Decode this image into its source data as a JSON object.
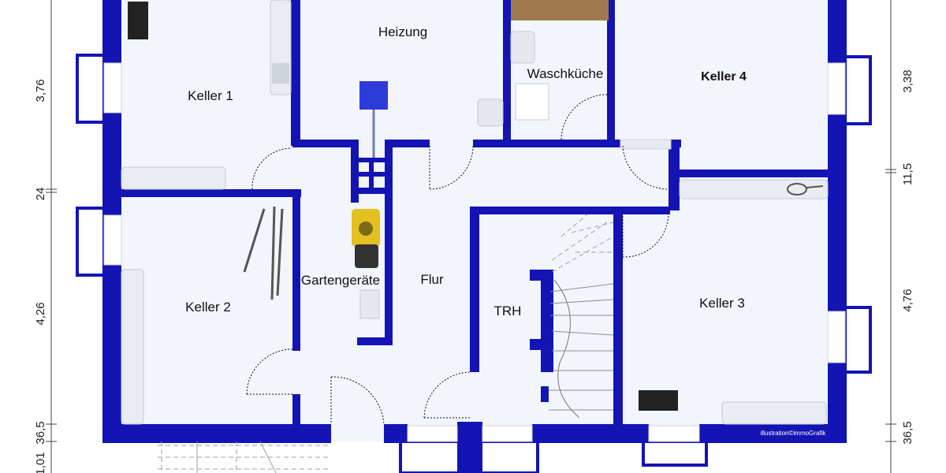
{
  "colors": {
    "wall": "#1414b4",
    "floor": "#f2f5fb",
    "window": "#ffffff",
    "wood": "#a07a4e",
    "fixture": "#dde2ea",
    "heater": "#2d3bd8"
  },
  "rooms": {
    "keller1": "Keller 1",
    "heizung": "Heizung",
    "waschkueche": "Waschküche",
    "keller4": "Keller 4",
    "keller2": "Keller 2",
    "gartengeraete": "Gartengeräte",
    "flur": "Flur",
    "trh": "TRH",
    "keller3": "Keller 3"
  },
  "dimensions": {
    "left": [
      "3,76",
      "24",
      "4,26",
      "36,5",
      "1,01"
    ],
    "right": [
      "3,38",
      "11,5",
      "4,76",
      "36,5"
    ]
  },
  "credit": "illustration©immoGrafik",
  "icons": [
    "ski-icon",
    "lawnmower-icon",
    "washing-machine-icon",
    "sink-icon",
    "heater-icon",
    "radiator-icon",
    "tennis-racket-icon",
    "bottle-rack-icon",
    "shelf-icon",
    "staircase-icon",
    "door-swing-icon",
    "window-icon"
  ]
}
